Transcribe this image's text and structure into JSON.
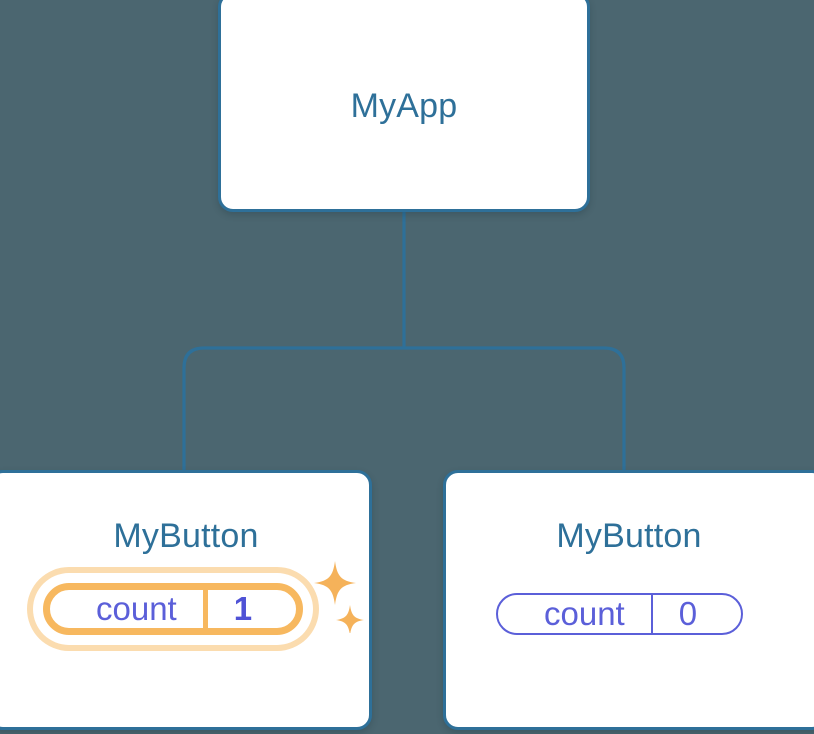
{
  "diagram": {
    "type": "component-tree",
    "background_color": "#4b6670",
    "node_border_color": "#2e7099",
    "title_color": "#2e7099",
    "state_color": "#5b5fd9",
    "highlight_color": "#f7b85f",
    "highlight_glow_color": "#fbdcaf",
    "edge_color": "#2e7099"
  },
  "nodes": {
    "root": {
      "title": "MyApp"
    },
    "child_left": {
      "title": "MyButton",
      "state": {
        "key": "count",
        "value": "1",
        "highlighted": true
      },
      "sparkle_large": "sparkle-icon",
      "sparkle_small": "sparkle-icon"
    },
    "child_right": {
      "title": "MyButton",
      "state": {
        "key": "count",
        "value": "0",
        "highlighted": false
      }
    }
  }
}
